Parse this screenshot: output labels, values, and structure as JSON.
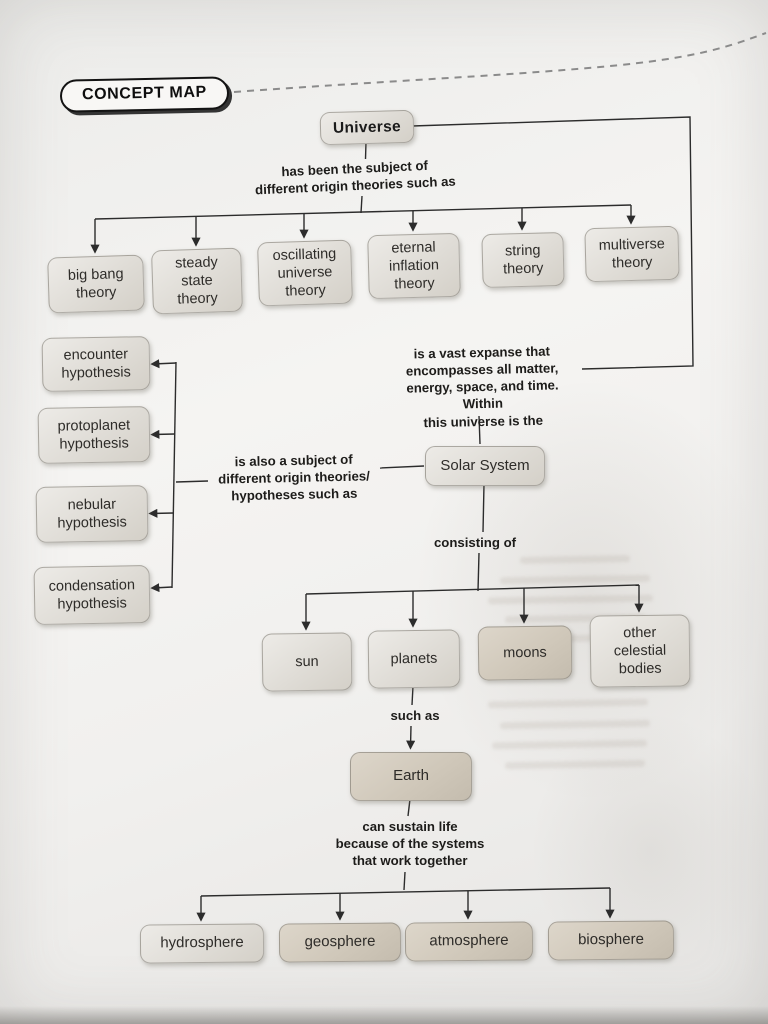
{
  "header": {
    "label": "CONCEPT MAP"
  },
  "universe": {
    "label": "Universe",
    "theories_connector": "has been the subject of\ndifferent origin theories such as",
    "description": "is a vast expanse that\nencompasses all matter,\nenergy, space, and time. Within\nthis universe is the"
  },
  "origin_theories": [
    {
      "label": "big bang\ntheory"
    },
    {
      "label": "steady\nstate\ntheory"
    },
    {
      "label": "oscillating\nuniverse\ntheory"
    },
    {
      "label": "eternal\ninflation\ntheory"
    },
    {
      "label": "string\ntheory"
    },
    {
      "label": "multiverse\ntheory"
    }
  ],
  "solar_system": {
    "label": "Solar System",
    "hypotheses_connector": "is also a subject of\ndifferent origin theories/\nhypotheses such as",
    "components_connector": "consisting of"
  },
  "hypotheses": [
    {
      "label": "encounter\nhypothesis"
    },
    {
      "label": "protoplanet\nhypothesis"
    },
    {
      "label": "nebular\nhypothesis"
    },
    {
      "label": "condensation\nhypothesis"
    }
  ],
  "components": [
    {
      "label": "sun"
    },
    {
      "label": "planets"
    },
    {
      "label": "moons"
    },
    {
      "label": "other\ncelestial\nbodies"
    }
  ],
  "earth": {
    "connector_from_planets": "such as",
    "label": "Earth",
    "systems_connector": "can sustain life\nbecause of the systems\nthat work together"
  },
  "earth_systems": [
    {
      "label": "hydrosphere"
    },
    {
      "label": "geosphere"
    },
    {
      "label": "atmosphere"
    },
    {
      "label": "biosphere"
    }
  ],
  "colors": {
    "line": "#2c2c2c",
    "node_fill": "#dfdcd6",
    "node_fill_dark": "#cfc7b9"
  }
}
